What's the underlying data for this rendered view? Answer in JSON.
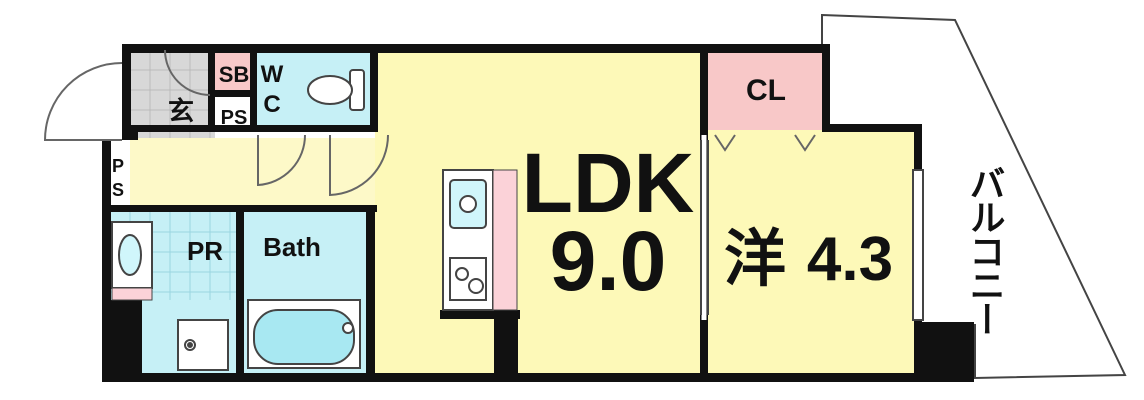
{
  "rooms": {
    "ldk": {
      "name": "LDK",
      "size": "9.0"
    },
    "western": {
      "name": "洋",
      "size": "4.3"
    },
    "closet": {
      "name": "CL"
    },
    "toilet": {
      "name_top": "W",
      "name_bottom": "C"
    },
    "shoe_box": {
      "name": "SB"
    },
    "entrance": {
      "name": "玄"
    },
    "ps_entrance": {
      "name": "PS"
    },
    "ps_hall": {
      "name_top": "P",
      "name_bottom": "S"
    },
    "powder_room": {
      "name": "PR"
    },
    "bath": {
      "name": "Bath"
    },
    "balcony": {
      "name": "バルコニー"
    }
  },
  "colors": {
    "wall": "#111111",
    "ldk_floor": "#fdf9b8",
    "western_floor": "#fdf9b8",
    "hall_floor": "#fdf9c8",
    "wet_area": "#c6f0f6",
    "closet": "#f8c8c8",
    "tile": "#d8d8d8",
    "counter": "#fbd2d8",
    "sink": "#d0f6fb",
    "door_arc": "#666666"
  }
}
